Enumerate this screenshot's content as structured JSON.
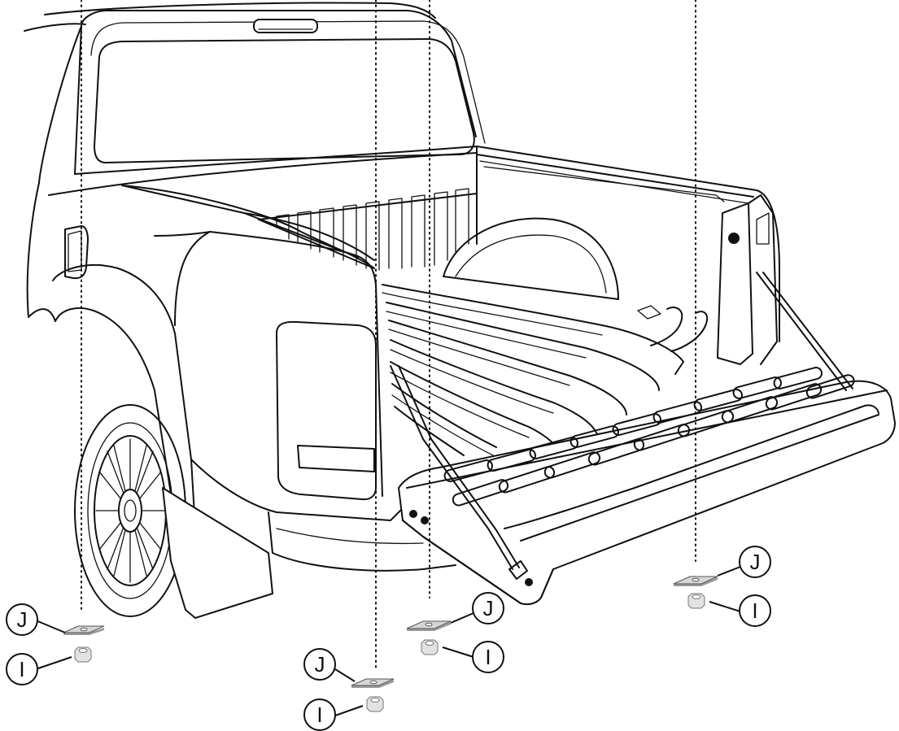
{
  "callouts": {
    "plate_label": "J",
    "nut_label": "I"
  },
  "hardware_sets": [
    {
      "id": "rear-left"
    },
    {
      "id": "bed-left"
    },
    {
      "id": "bed-center"
    },
    {
      "id": "front-right"
    }
  ],
  "colors": {
    "line": "#111111",
    "background": "#ffffff",
    "plate": "#d6d6d6",
    "nut": "#e2e2e2"
  }
}
